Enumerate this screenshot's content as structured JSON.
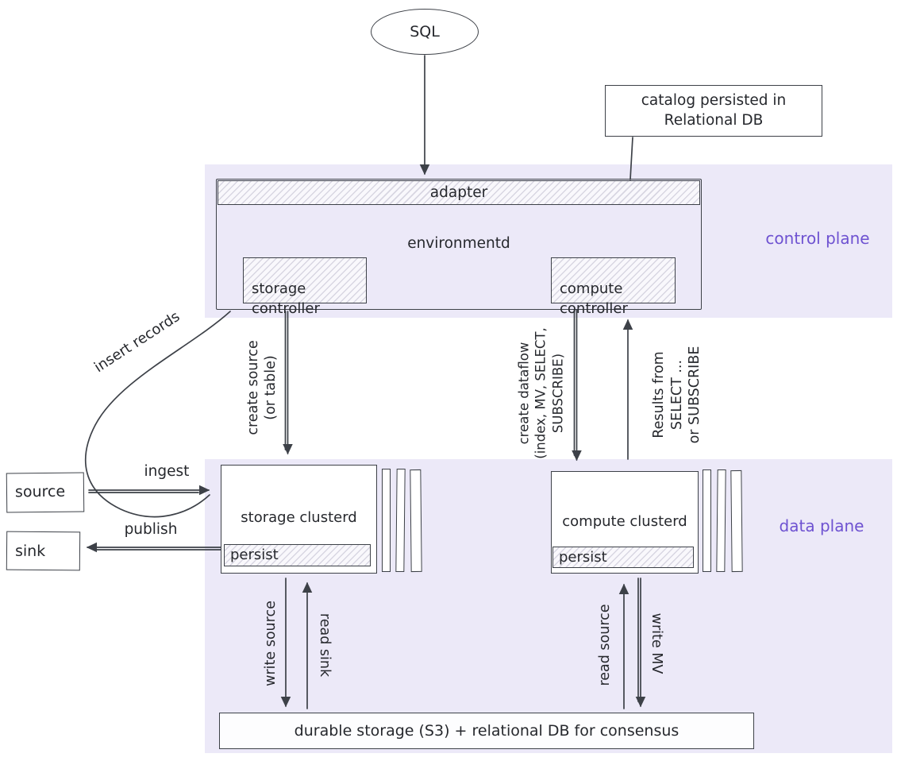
{
  "colors": {
    "plane_band": "#ece9f8",
    "stroke": "#3d4148",
    "plane_text": "#6e52d1",
    "hatch_line": "#d8d6e2"
  },
  "planes": {
    "control": "control plane",
    "data": "data plane"
  },
  "nodes": {
    "sql": {
      "label": "SQL"
    },
    "catalog": {
      "label": "catalog persisted in\nRelational DB"
    },
    "adapter": {
      "label": "adapter"
    },
    "environmentd": {
      "label": "environmentd"
    },
    "storage_controller": {
      "label": "storage\ncontroller"
    },
    "compute_controller": {
      "label": "compute\ncontroller"
    },
    "source": {
      "label": "source"
    },
    "sink": {
      "label": "sink"
    },
    "storage_clusterd": {
      "label": "storage clusterd",
      "persist_label": "persist"
    },
    "compute_clusterd": {
      "label": "compute clusterd",
      "persist_label": "persist"
    },
    "durable_storage": {
      "label": "durable storage (S3) + relational DB for consensus"
    }
  },
  "edge_labels": {
    "insert_records": "insert records",
    "ingest": "ingest",
    "publish": "publish",
    "create_source": "create source\n(or table)",
    "create_dataflow": "create dataflow\n(index, MV, SELECT,\nSUBSCRIBE)",
    "results": "Results from\nSELECT ...\nor SUBSCRIBE",
    "write_source": "write source",
    "read_sink": "read sink",
    "read_source": "read source",
    "write_mv": "write MV"
  }
}
